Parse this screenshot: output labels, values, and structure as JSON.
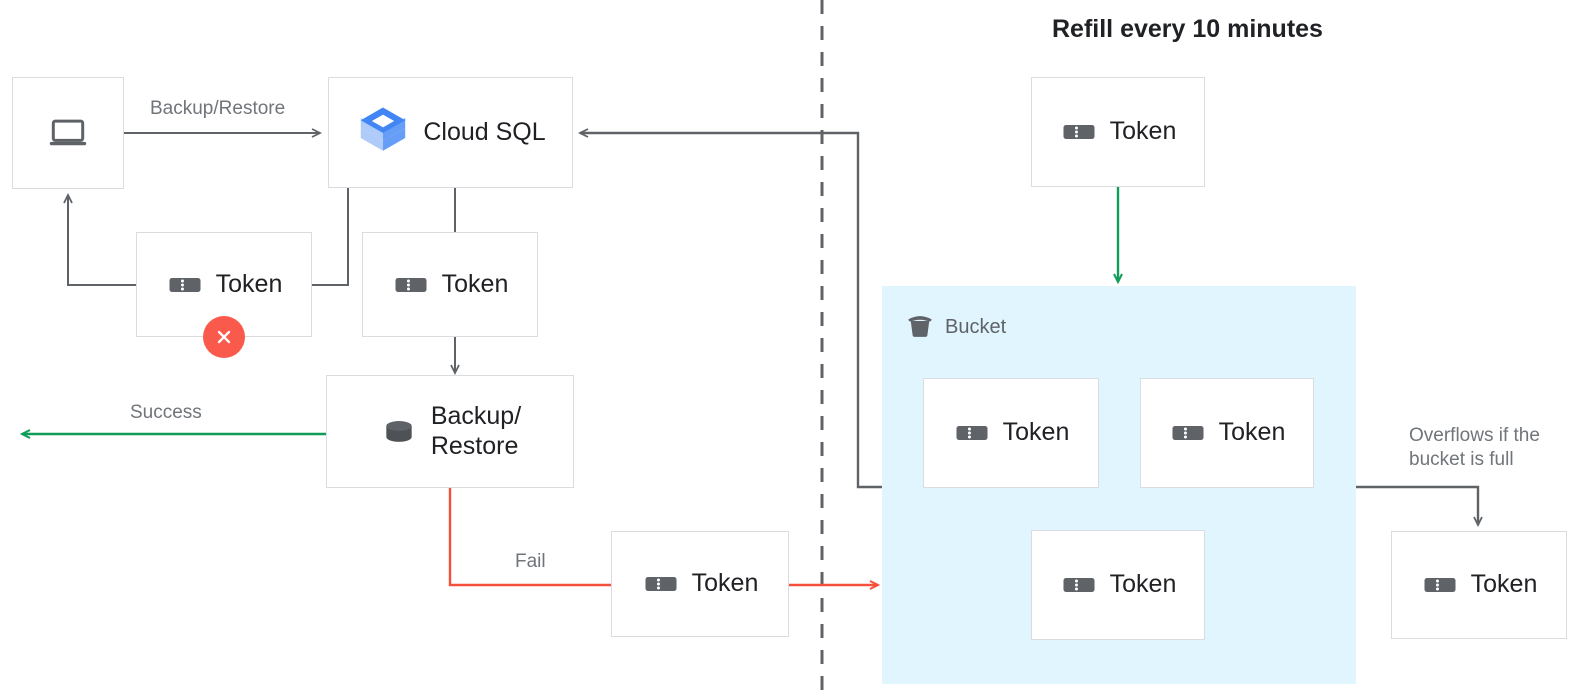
{
  "diagram": {
    "title": "Refill every 10 minutes",
    "divider": "dashed-vertical-divider"
  },
  "colors": {
    "box_border": "#dadce0",
    "bucket_fill": "#e1f5fe",
    "gray_edge": "#5f6368",
    "green_edge": "#0f9d58",
    "red_edge": "#f4503c",
    "error_badge": "#fa5a4b",
    "label_text": "#70757a",
    "node_text": "#202124",
    "token_icon": "#5f6368",
    "cloudsql_blue": "#4285f4"
  },
  "left_flow": {
    "client": {
      "label": "",
      "icon": "laptop-icon"
    },
    "cloud_sql": {
      "label": "Cloud SQL",
      "icon": "cloud-sql-icon"
    },
    "token_failed": {
      "label": "Token",
      "icon": "token-icon",
      "badge": "error-x-icon"
    },
    "token_consumed": {
      "label": "Token",
      "icon": "token-icon"
    },
    "backup_restore": {
      "label": "Backup/\nRestore",
      "icon": "database-icon"
    },
    "token_fail_return": {
      "label": "Token",
      "icon": "token-icon"
    },
    "edges": {
      "backup_restore": "Backup/Restore",
      "success": "Success",
      "fail": "Fail"
    }
  },
  "right_flow": {
    "token_refill": {
      "label": "Token",
      "icon": "token-icon"
    },
    "bucket": {
      "label": "Bucket",
      "icon": "bucket-icon",
      "tokens": [
        {
          "label": "Token",
          "icon": "token-icon"
        },
        {
          "label": "Token",
          "icon": "token-icon"
        },
        {
          "label": "Token",
          "icon": "token-icon"
        }
      ]
    },
    "token_overflow": {
      "label": "Token",
      "icon": "token-icon"
    },
    "edges": {
      "overflow": "Overflows if the\nbucket is full"
    }
  }
}
